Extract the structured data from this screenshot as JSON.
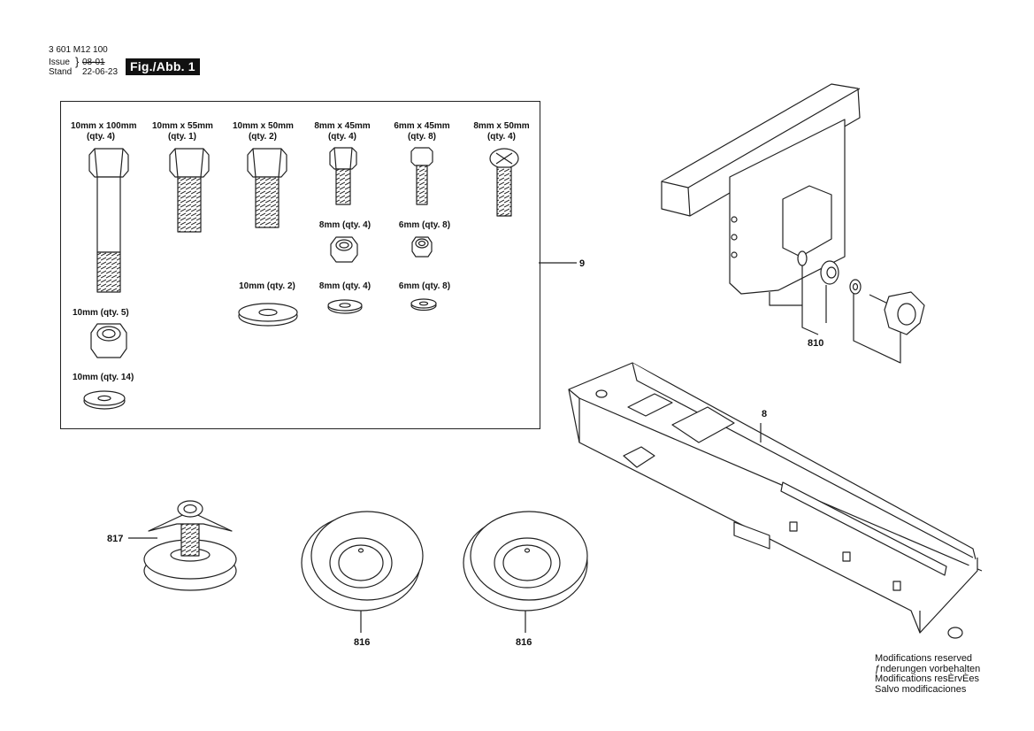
{
  "header": {
    "part_number": "3 601 M12 100",
    "issue_label": "Issue",
    "stand_label": "Stand",
    "issue_value": "08-01",
    "stand_value": "22-06-23",
    "figure_label": "Fig./Abb. 1"
  },
  "hardware_box": {
    "bolts": [
      {
        "size": "10mm x 100mm",
        "qty": "(qty. 4)"
      },
      {
        "size": "10mm x 55mm",
        "qty": "(qty. 1)"
      },
      {
        "size": "10mm x 50mm",
        "qty": "(qty. 2)"
      },
      {
        "size": "8mm x 45mm",
        "qty": "(qty. 4)"
      },
      {
        "size": "6mm x 45mm",
        "qty": "(qty. 8)"
      },
      {
        "size": "8mm x 50mm",
        "qty": "(qty. 4)"
      }
    ],
    "nuts": [
      {
        "label": "8mm (qty. 4)"
      },
      {
        "label": "6mm (qty. 8)"
      },
      {
        "label": "10mm (qty. 5)"
      }
    ],
    "washers": [
      {
        "label": "10mm (qty. 2)"
      },
      {
        "label": "8mm (qty. 4)"
      },
      {
        "label": "6mm (qty. 8)"
      },
      {
        "label": "10mm (qty. 14)"
      }
    ]
  },
  "callouts": {
    "box": "9",
    "bracket": "810",
    "arm": "8",
    "foot": "817",
    "wheel_left": "816",
    "wheel_right": "816"
  },
  "footer": {
    "lines": [
      "Modifications reserved",
      "ƒnderungen vorbehalten",
      "Modifications resÈrvÈes",
      "Salvo modificaciones"
    ]
  }
}
